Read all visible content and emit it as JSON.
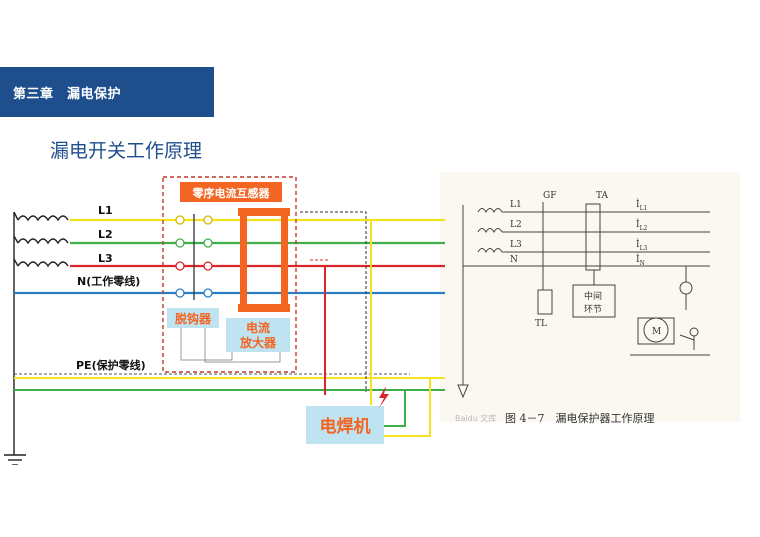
{
  "header": {
    "chapter": "第三章　漏电保护"
  },
  "title": "漏电开关工作原理",
  "left_diagram": {
    "lines": {
      "l1": "L1",
      "l2": "L2",
      "l3": "L3",
      "n": "N(工作零线)",
      "pe": "PE(保护零线)"
    },
    "sensor": "零序电流互感器",
    "trip": "脱钩器",
    "amp_line1": "电流",
    "amp_line2": "放大器",
    "welder": "电焊机"
  },
  "right_figure": {
    "labels": {
      "gf": "GF",
      "ta": "TA",
      "tl": "TL",
      "l1": "L1",
      "l2": "L2",
      "l3": "L3",
      "n": "N",
      "mid1": "中间",
      "mid2": "环节",
      "motor": "M"
    },
    "currents": {
      "i1": "İ",
      "s1": "L1",
      "i2": "İ",
      "s2": "L2",
      "i3": "İ",
      "s3": "L3",
      "i4": "İ",
      "s4": "N"
    },
    "caption": "图 4－7　漏电保护器工作原理",
    "watermark": "Baidu 文库"
  },
  "colors": {
    "header": "#1f4e8c",
    "l1": "#f5e21f",
    "l2": "#3fae49",
    "l3": "#d9262c",
    "n": "#2a7fc4",
    "sensor": "#f26522",
    "trip_box": "#bfe3f0",
    "dashed": "#c0392b"
  }
}
